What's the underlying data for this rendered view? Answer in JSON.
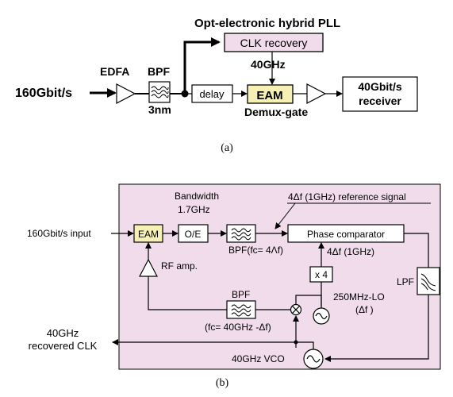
{
  "panel_a": {
    "title": "Opt-electronic hybrid PLL",
    "clk_recovery": "CLK recovery",
    "freq_40ghz": "40GHz",
    "input_rate": "160Gbit/s",
    "edfa": "EDFA",
    "bpf": "BPF",
    "bpf_bandwidth": "3nm",
    "delay": "delay",
    "eam": "EAM",
    "demux_gate": "Demux-gate",
    "receiver_line1": "40Gbit/s",
    "receiver_line2": "receiver",
    "caption": "(a)"
  },
  "panel_b": {
    "bandwidth_label": "Bandwidth",
    "bandwidth_value": "1.7GHz",
    "reference_signal": "4Δf (1GHz) reference signal",
    "input": "160Gbit/s input",
    "eam": "EAM",
    "oe": "O/E",
    "phase_comparator": "Phase comparator",
    "bpf_upper": "BPF(fc= 4Λf)",
    "four_delta_f": "4Δf (1GHz)",
    "rf_amp": "RF amp.",
    "multiplier": "x 4",
    "lpf": "LPF",
    "lo_label": "250MHz-LO",
    "lo_delta": "(Δf )",
    "bpf_lower": "BPF",
    "bpf_lower_fc": "(fc= 40GHz -Δf)",
    "recovered_clk_line1": "40GHz",
    "recovered_clk_line2": "recovered CLK",
    "vco": "40GHz VCO",
    "caption": "(b)"
  },
  "colors": {
    "pll_background": "#f0dcea",
    "eam_fill": "#f6f0b4",
    "clk_recovery_fill": "#f0dcea"
  }
}
